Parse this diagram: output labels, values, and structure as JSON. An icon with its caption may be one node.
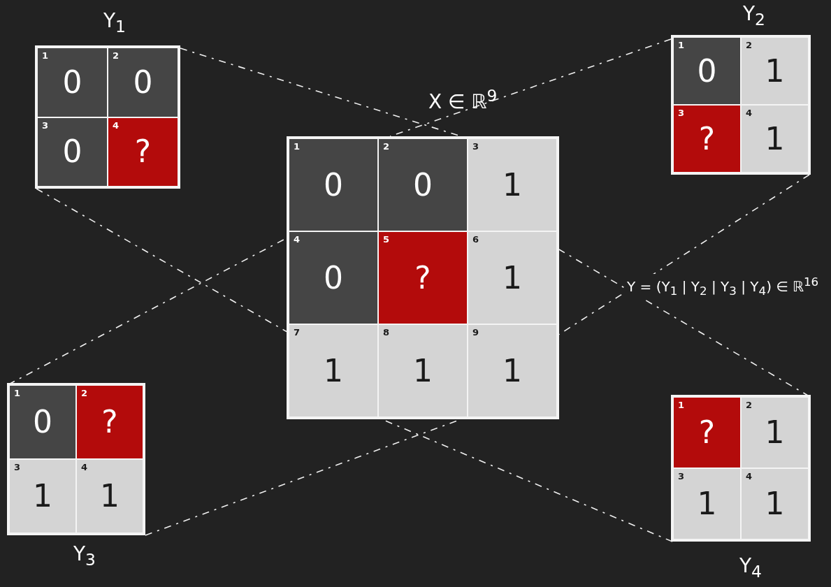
{
  "diagram": {
    "nodes": [
      {
        "text": [
          "Y$_{1}$"
        ]
      },
      {
        "text": [
          "1",
          "0"
        ],
        "in": 0
      },
      {
        "text": [
          "2",
          "0"
        ],
        "in": 0
      },
      {
        "text": [
          "3",
          "0"
        ],
        "in": 0
      },
      {
        "text": [
          "4",
          "?"
        ],
        "in": 0
      },
      {
        "text": [
          "Y$_{2}$"
        ]
      },
      {
        "text": [
          "1",
          "0"
        ],
        "in": 5
      },
      {
        "text": [
          "2",
          "1"
        ],
        "in": 5
      },
      {
        "text": [
          "3",
          "?"
        ],
        "in": 5
      },
      {
        "text": [
          "4",
          "1"
        ],
        "in": 5
      },
      {
        "text": [
          "X ∈ ℝ$^{9}$"
        ]
      },
      {
        "text": [
          "1",
          "0"
        ],
        "in": 10
      },
      {
        "text": [
          "2",
          "0"
        ],
        "in": 10
      },
      {
        "text": [
          "3",
          "1"
        ],
        "in": 10
      },
      {
        "text": [
          "4",
          "0"
        ],
        "in": 10
      },
      {
        "text": [
          "5",
          "?"
        ],
        "in": 10
      },
      {
        "text": [
          "6",
          "1"
        ],
        "in": 10
      },
      {
        "text": [
          "7",
          "1"
        ],
        "in": 10
      },
      {
        "text": [
          "8",
          "1"
        ],
        "in": 10
      },
      {
        "text": [
          "9",
          "1"
        ],
        "in": 10
      },
      {
        "text": [
          "Y$_{3}$"
        ]
      },
      {
        "text": [
          "1",
          "0"
        ],
        "in": 20
      },
      {
        "text": [
          "2",
          "?"
        ],
        "in": 20
      },
      {
        "text": [
          "3",
          "1"
        ],
        "in": 20
      },
      {
        "text": [
          "4",
          "1"
        ],
        "in": 20
      },
      {
        "text": [
          "Y$_{4}$"
        ]
      },
      {
        "text": [
          "1",
          "?"
        ],
        "in": 25
      },
      {
        "text": [
          "2",
          "1"
        ],
        "in": 25
      },
      {
        "text": [
          "3",
          "1"
        ],
        "in": 25
      },
      {
        "text": [
          "4",
          "1"
        ],
        "in": 25
      }
    ],
    "edges": [
      {
        "from": 0,
        "to": 10,
        "arrow": "none",
        "style": "dashed"
      },
      {
        "from": 0,
        "to": 10,
        "arrow": "none",
        "style": "dashed"
      },
      {
        "from": 5,
        "to": 10,
        "arrow": "none",
        "style": "dashed"
      },
      {
        "from": 5,
        "to": 10,
        "arrow": "none",
        "style": "dashed"
      },
      {
        "from": 20,
        "to": 10,
        "arrow": "none",
        "style": "dashed"
      },
      {
        "from": 20,
        "to": 10,
        "arrow": "none",
        "style": "dashed"
      },
      {
        "from": 25,
        "to": 10,
        "arrow": "none",
        "style": "dashed"
      },
      {
        "from": 25,
        "to": 10,
        "arrow": "none",
        "style": "dashed"
      }
    ],
    "labels": [
      "Y = (Y$_{1}$ | Y$_{2}$ | Y$_{3}$ | Y$_{4}$) ∈ ℝ$^{16}$"
    ]
  }
}
